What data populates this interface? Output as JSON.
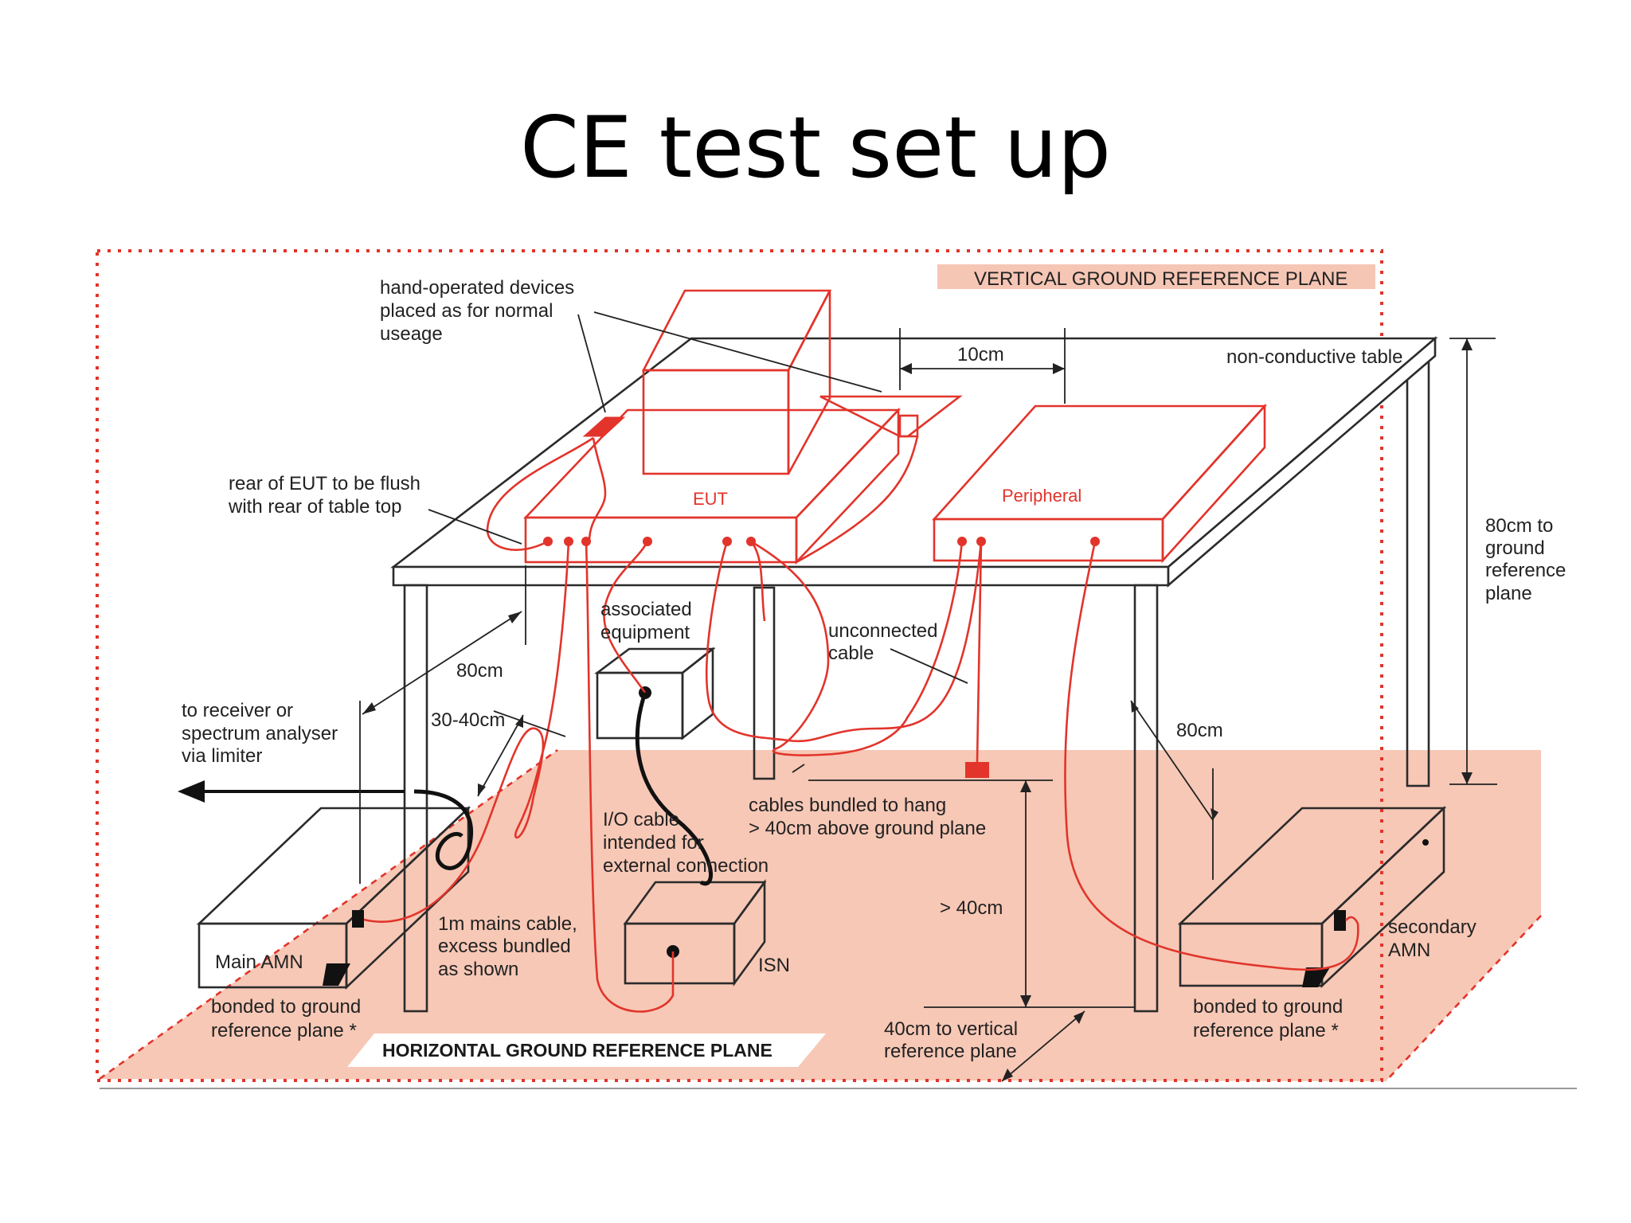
{
  "title": "CE test set up",
  "labels": {
    "vertical_grp": "VERTICAL GROUND REFERENCE PLANE",
    "horizontal_grp": "HORIZONTAL GROUND REFERENCE PLANE",
    "hand_devices": [
      "hand-operated devices",
      "placed as for normal",
      "useage"
    ],
    "spacing_10cm": "10cm",
    "table": "non-conductive table",
    "rear_eut": [
      "rear of EUT to be flush",
      "with rear of table top"
    ],
    "eut": "EUT",
    "peripheral": "Peripheral",
    "height_80cm": [
      "80cm to",
      "ground",
      "reference",
      "plane"
    ],
    "associated": [
      "associated",
      "equipment"
    ],
    "unconnected": [
      "unconnected",
      "cable"
    ],
    "dist_80cm_left": "80cm",
    "dist_80cm_right": "80cm",
    "dist_30_40": "30-40cm",
    "receiver": [
      "to receiver or",
      "spectrum analyser",
      "via limiter"
    ],
    "cables_bundled": [
      "cables bundled to hang",
      "> 40cm above ground plane"
    ],
    "io_cable": [
      "I/O cable",
      "intended for",
      "external connection"
    ],
    "gt_40cm": "> 40cm",
    "mains_cable": [
      "1m mains cable,",
      "excess bundled",
      "as shown"
    ],
    "main_amn": "Main AMN",
    "isn": "ISN",
    "secondary_amn": [
      "secondary",
      "AMN"
    ],
    "bonded_left": [
      "bonded to ground",
      "reference plane *"
    ],
    "bonded_right": [
      "bonded to ground",
      "reference plane *"
    ],
    "vertical_40cm": [
      "40cm to vertical",
      "reference plane"
    ]
  },
  "colors": {
    "equipment_red": "#e2342b",
    "ground_plane_fill": "#f7c8b6",
    "vertical_label_fill": "#f6c6b5",
    "outline": "#2b2b2b"
  }
}
